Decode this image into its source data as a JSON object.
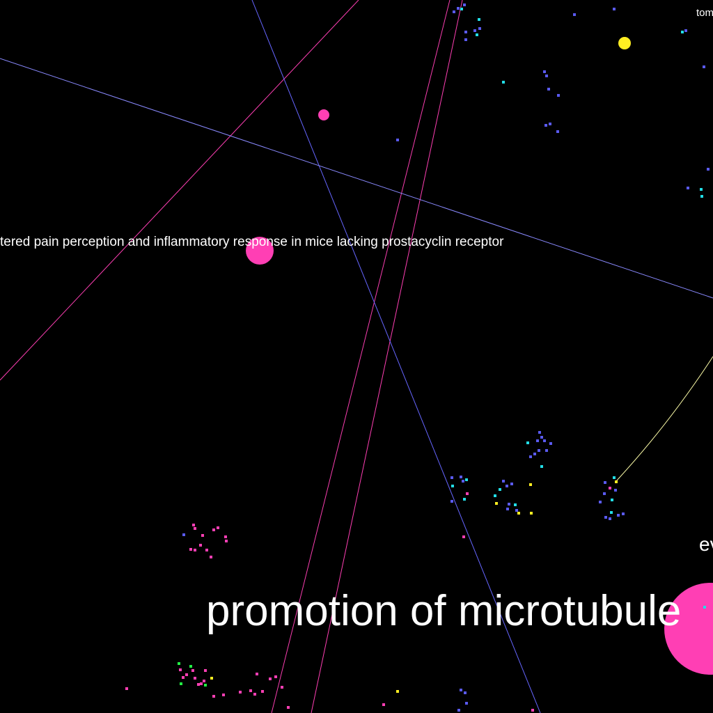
{
  "colors": {
    "background": "#000000",
    "pink": "#ff3fb4",
    "blue": "#5a5af0",
    "cyan": "#22dde6",
    "yellow": "#ffee22",
    "green": "#22ee44",
    "label": "#ffffff"
  },
  "labels": {
    "paper_title": "tered pain perception and inflammatory response in mice lacking prostacyclin receptor",
    "big_term": "promotion of microtubule",
    "top_right_clip": "tom",
    "right_mid_clip": "ev"
  }
}
